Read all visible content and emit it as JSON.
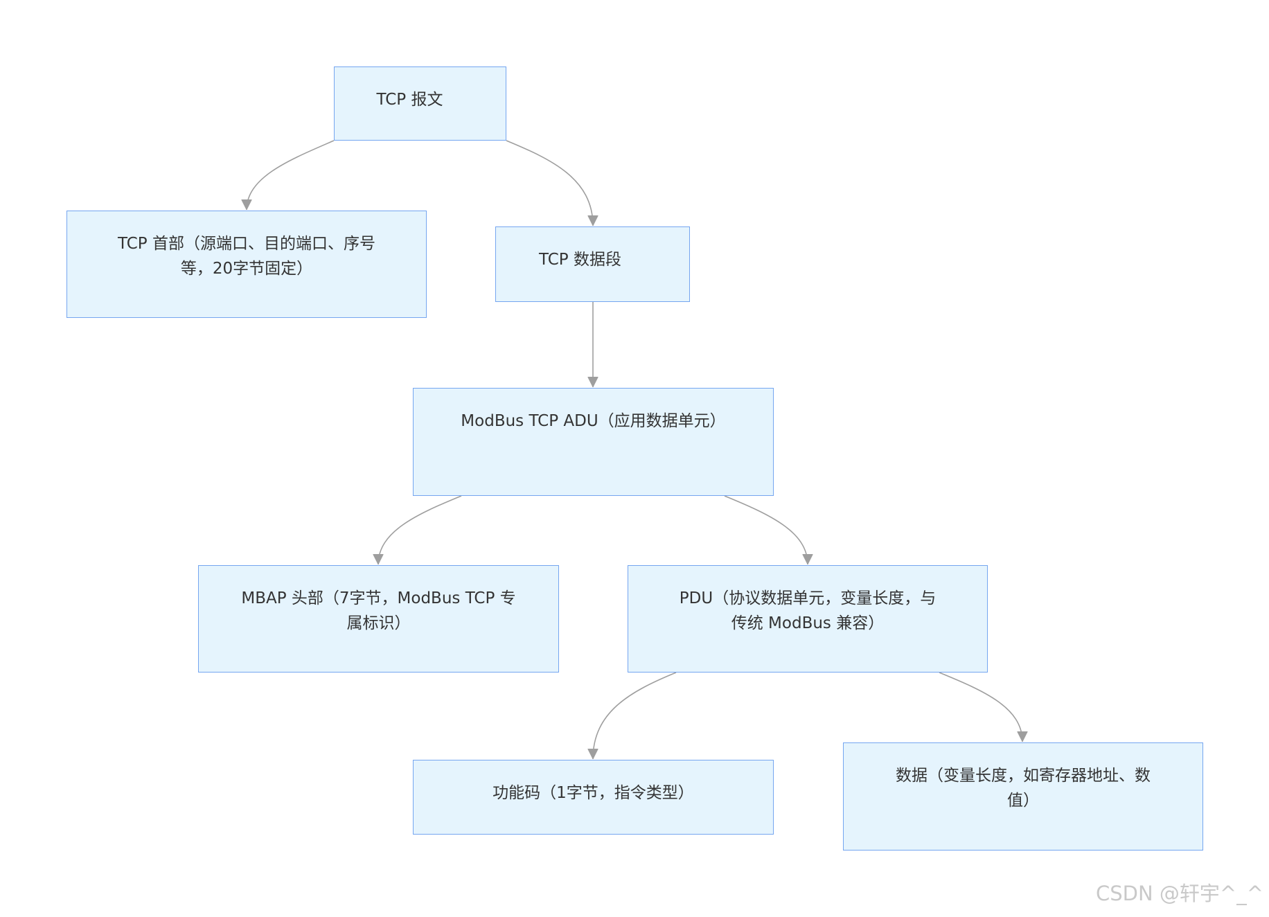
{
  "diagram": {
    "nodes": {
      "tcp_packet": {
        "lines": [
          "TCP 报文"
        ]
      },
      "tcp_header": {
        "lines": [
          "TCP 首部（源端口、目的端口、序号",
          "等，20字节固定）"
        ]
      },
      "tcp_data": {
        "lines": [
          "TCP 数据段"
        ]
      },
      "adu": {
        "lines": [
          "ModBus TCP ADU（应用数据单元）"
        ]
      },
      "mbap": {
        "lines": [
          "MBAP 头部（7字节，ModBus TCP 专",
          "属标识）"
        ]
      },
      "pdu": {
        "lines": [
          "PDU（协议数据单元，变量长度，与",
          "传统 ModBus 兼容）"
        ]
      },
      "function_code": {
        "lines": [
          "功能码（1字节，指令类型）"
        ]
      },
      "data": {
        "lines": [
          "数据（变量长度，如寄存器地址、数",
          "值）"
        ]
      }
    }
  },
  "watermark": "CSDN @轩宇^_^",
  "colors": {
    "node_fill": "#e5f4fd",
    "node_border": "#74a5f0",
    "edge": "#9e9e9e",
    "background": "#ffffff",
    "watermark": "#c9c9c9"
  }
}
